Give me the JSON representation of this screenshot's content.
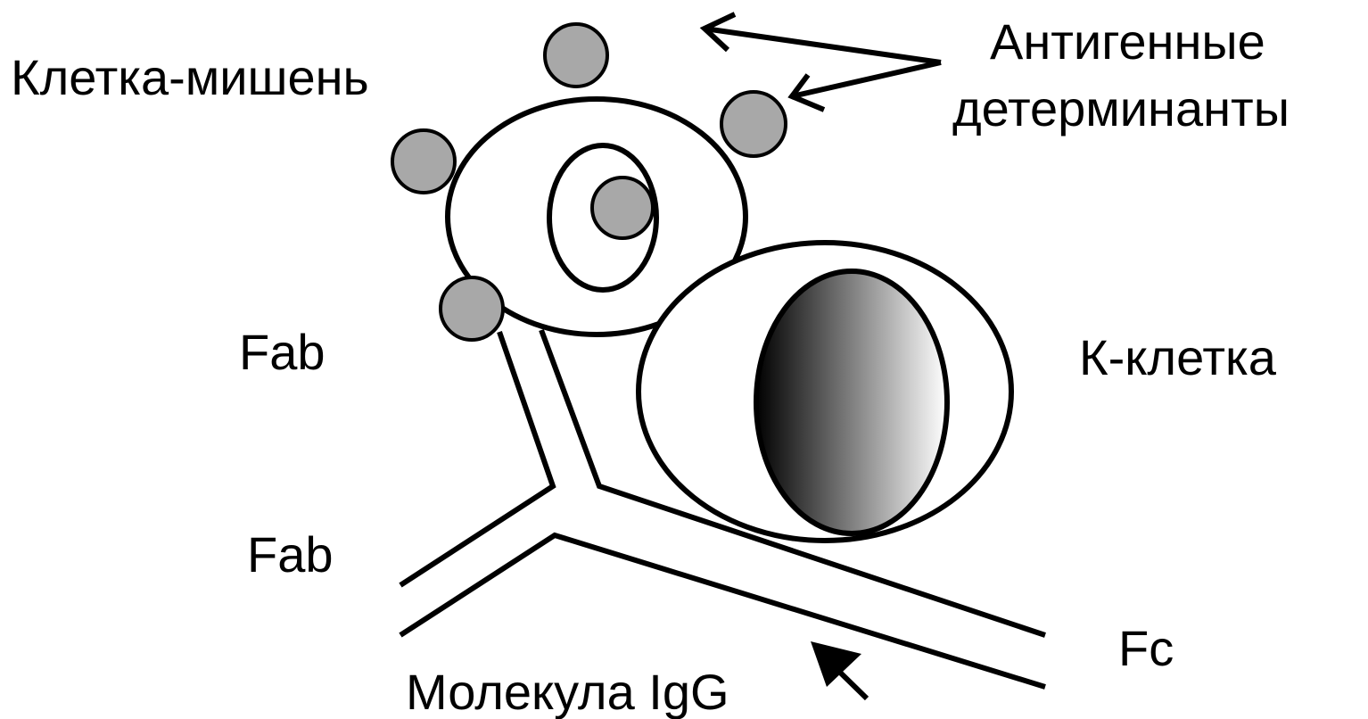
{
  "labels": {
    "target_cell": "Клетка-мишень",
    "antigen_line1": "Антигенные",
    "antigen_line2": "детерминанты",
    "fab_upper": "Fab",
    "fab_lower": "Fab",
    "k_cell": "К-клетка",
    "fc": "Fc",
    "igg": "Молекула IgG"
  },
  "colors": {
    "line": "#000000",
    "determinant_fill": "#a8a8a8",
    "nucleus_gradient_dark": "#000000",
    "nucleus_gradient_light": "#ffffff",
    "background": "#ffffff"
  },
  "icons": {
    "antigen_arrows": "double-arrow-icon",
    "igg_pointer": "arrow-up-left-icon"
  }
}
